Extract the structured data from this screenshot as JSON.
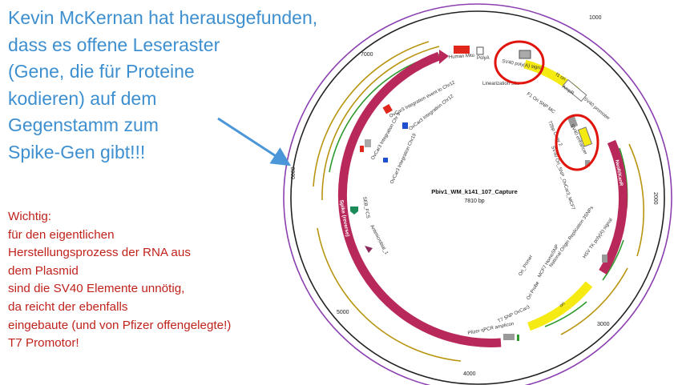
{
  "headline": "Kevin McKernan hat herausgefunden,\ndass es offene Leseraster\n(Gene, die für Proteine\nkodieren) auf dem\nGegenstamm zum\nSpike-Gen gibt!!!",
  "note": "Wichtig:\nfür den eigentlichen\nHerstellungsprozess der RNA aus\ndem Plasmid\nsind die SV40 Elemente unnötig,\nda reicht der ebenfalls\neingebaute (und von Pfizer offengelegte!)\nT7 Promotor!",
  "plasmid": {
    "name": "Pbiv1_WM_k141_107_Capture",
    "size": "7810 bp",
    "ticks": [
      "1000",
      "2000",
      "3000",
      "4000",
      "5000",
      "6000",
      "7000"
    ],
    "features": [
      "Human Mito",
      "PolyA",
      "Linearization Site",
      "SV40 poly(A) signal",
      "f1 ori",
      "AmpR",
      "SV40 promoter",
      "F1 Ori SNP MC",
      "SV40 enhancer",
      "72bp Copy 2",
      "SV40 Ori_SNP_OvCar3_MCF7",
      "NeoR/KanR",
      "OvCar3 Integration event to Chr12",
      "OvCar3 Integration Chr 9",
      "OvCar3 Integration Chr19",
      "OvCar3 Integration Chr12",
      "SEB_FCS",
      "Antimicrobial_1",
      "Spike (reverse)",
      "HSV TK poly(A) signal",
      "National Origin Replication 3SNPs",
      "MCF7 HomoSNP",
      "Ori_Primer",
      "Ori Probe",
      "ori",
      "T7 SNP OvCar3",
      "Pfizer qPCR amplicon"
    ]
  },
  "colors": {
    "headline": "#3d8fd0",
    "note": "#c0221c",
    "spike": "#b8285a",
    "neo": "#b8285a",
    "ori": "#f5ea12",
    "highlight_circle": "#e0140c",
    "outer_ring": "#8b3fb0",
    "olive_track": "#b8940f",
    "green_track": "#2e9a2e",
    "arrow": "#4a96d8"
  }
}
